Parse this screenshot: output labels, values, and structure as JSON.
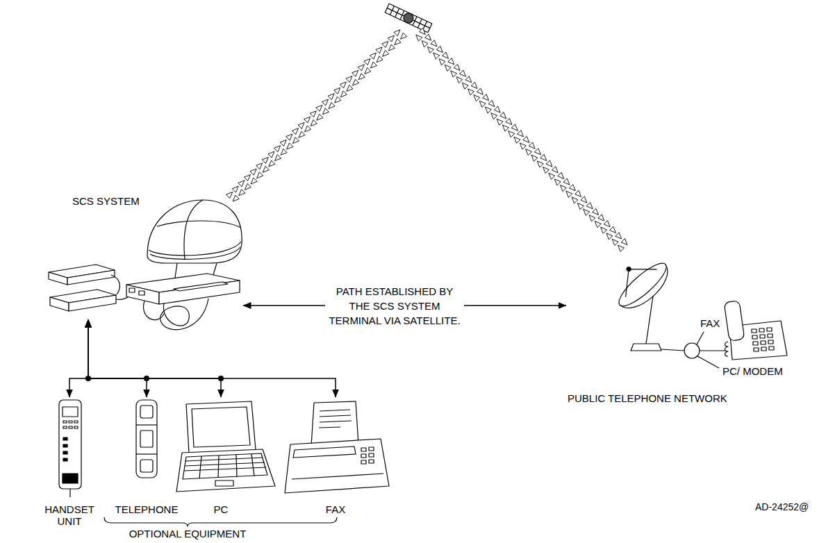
{
  "diagram": {
    "nodes": [
      {
        "text": [
          "SCS SYSTEM"
        ]
      },
      {
        "text": [
          "PUBLIC TELEPHONE NETWORK"
        ]
      },
      {
        "text": [
          "HANDSET UNIT"
        ]
      },
      {
        "text": [
          "TELEPHONE"
        ]
      },
      {
        "text": [
          "PC"
        ]
      },
      {
        "text": [
          "FAX"
        ]
      }
    ],
    "edges": [
      {
        "from": 0,
        "to": 1,
        "arrow": "both",
        "label": "PATH ESTABLISHED BY THE SCS SYSTEM TERMINAL VIA SATELLITE."
      },
      {
        "from": 0,
        "to": 2,
        "arrow": "both"
      },
      {
        "from": 0,
        "to": 3,
        "arrow": "both"
      },
      {
        "from": 0,
        "to": 4,
        "arrow": "both"
      },
      {
        "from": 0,
        "to": 5,
        "arrow": "both"
      }
    ],
    "labels": [
      "FAX",
      "PC/ MODEM",
      "OPTIONAL EQUIPMENT",
      "AD-24252@"
    ]
  }
}
